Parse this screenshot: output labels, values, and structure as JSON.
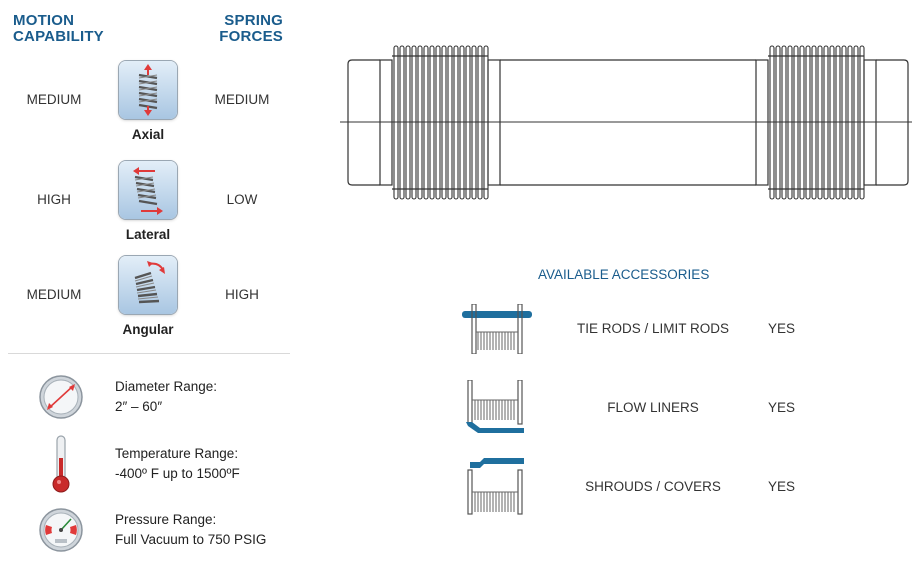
{
  "headers": {
    "motion": [
      "MOTION",
      "CAPABILITY"
    ],
    "spring": [
      "SPRING",
      "FORCES"
    ]
  },
  "motions": [
    {
      "label": "Axial",
      "capability": "MEDIUM",
      "spring_force": "MEDIUM"
    },
    {
      "label": "Lateral",
      "capability": "HIGH",
      "spring_force": "LOW"
    },
    {
      "label": "Angular",
      "capability": "MEDIUM",
      "spring_force": "HIGH"
    }
  ],
  "specs": [
    {
      "title": "Diameter Range:",
      "value": "2″ – 60″",
      "icon": "diameter-gauge-icon"
    },
    {
      "title": "Temperature Range:",
      "value": "-400º F up to 1500ºF",
      "icon": "thermometer-icon"
    },
    {
      "title": "Pressure Range:",
      "value": "Full Vacuum to 750 PSIG",
      "icon": "pressure-gauge-icon"
    }
  ],
  "accessories": {
    "title": "AVAILABLE ACCESSORIES",
    "items": [
      {
        "name": "TIE RODS / LIMIT RODS",
        "available": "YES",
        "icon": "tie-rods-icon"
      },
      {
        "name": "FLOW LINERS",
        "available": "YES",
        "icon": "flow-liner-icon"
      },
      {
        "name": "SHROUDS / COVERS",
        "available": "YES",
        "icon": "shroud-icon"
      }
    ]
  },
  "colors": {
    "heading_blue": "#1a5c8c",
    "accent_red": "#e03a3a",
    "accessory_blue": "#1f6f9e"
  }
}
